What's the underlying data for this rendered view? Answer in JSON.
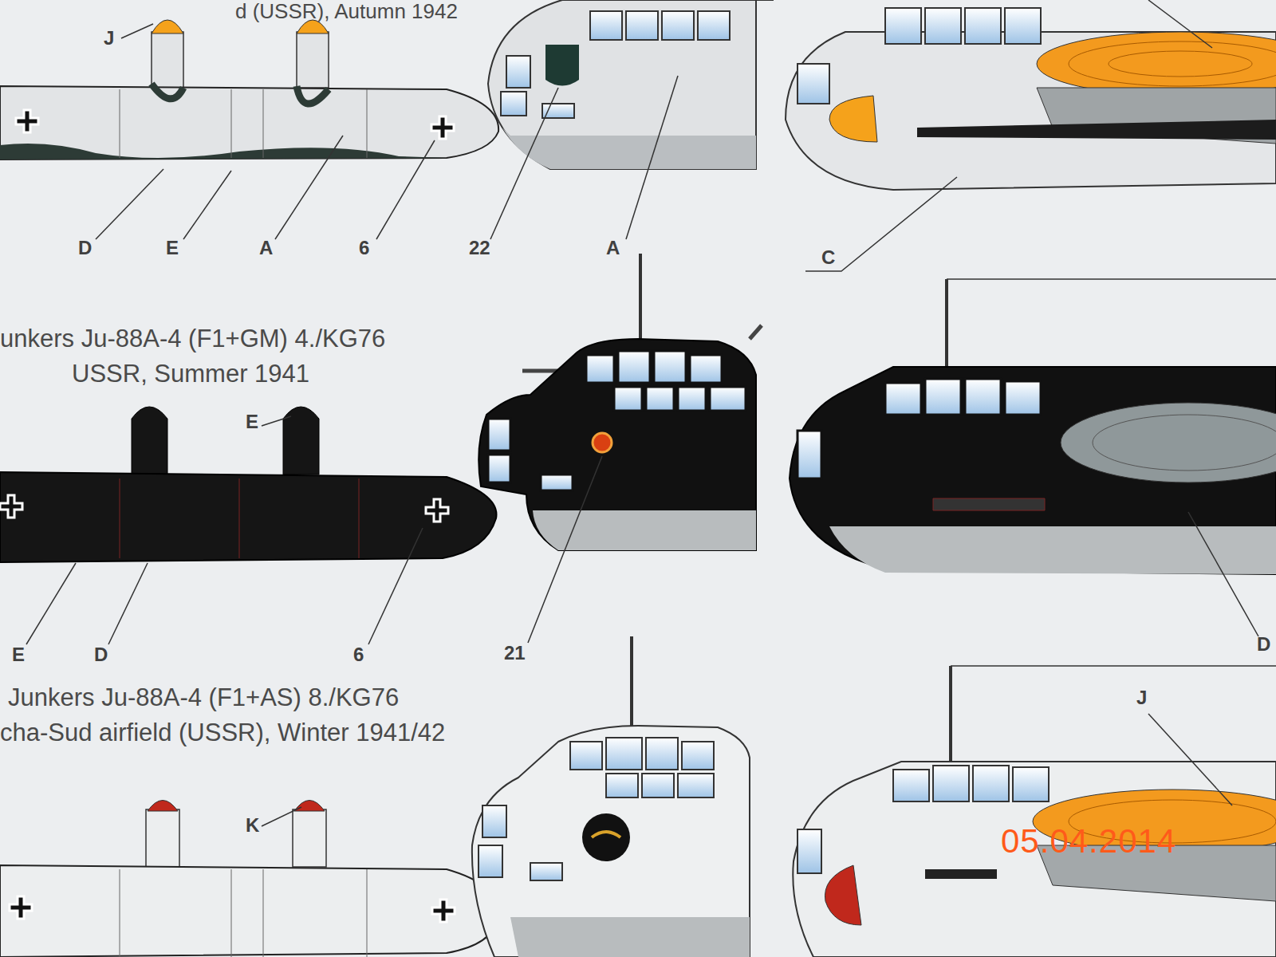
{
  "diagram": {
    "labels": [
      "d (USSR), Autumn 1942",
      "J",
      "D",
      "E",
      "A",
      "6",
      "22",
      "A",
      "C",
      "unkers Ju-88A-4 (F1+GM) 4./KG76",
      "USSR, Summer 1941",
      "E",
      "E",
      "D",
      "6",
      "21",
      "D",
      "Junkers Ju-88A-4 (F1+AS) 8./KG76",
      "cha-Sud airfield (USSR), Winter 1941/42",
      "K",
      "J",
      "05.04.2014"
    ]
  }
}
